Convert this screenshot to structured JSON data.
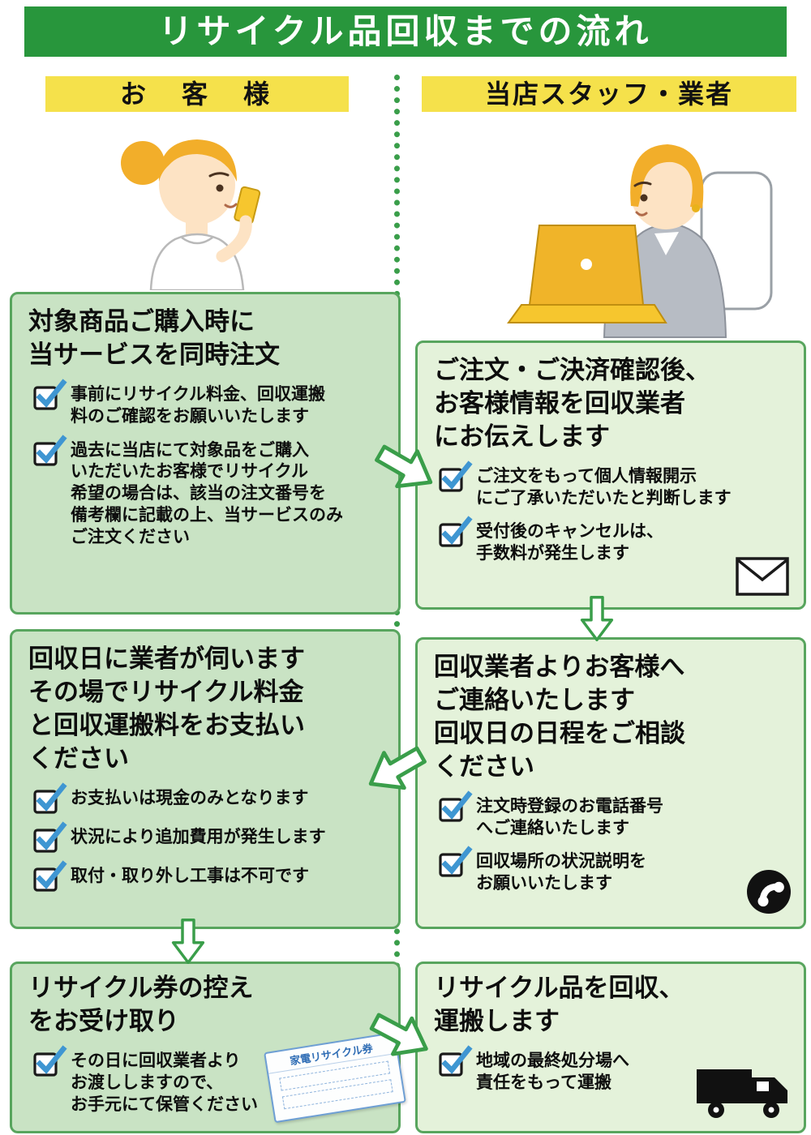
{
  "title": "リサイクル品回収までの流れ",
  "headers": {
    "left": "お　客　様",
    "right": "当店スタッフ・業者"
  },
  "boxes": {
    "customer_order": {
      "title": "対象商品ご購入時に\n当サービスを同時注文",
      "items": [
        "事前にリサイクル料金、回収運搬\n料のご確認をお願いいたします",
        "過去に当店にて対象品をご購入\nいただいたお客様でリサイクル\n希望の場合は、該当の注文番号を\n備考欄に記載の上、当サービスのみ\nご注文ください"
      ]
    },
    "staff_inform": {
      "title": "ご注文・ご決済確認後、\nお客様情報を回収業者\nにお伝えします",
      "items": [
        "ご注文をもって個人情報開示\nにご了承いただいたと判断します",
        "受付後のキャンセルは、\n手数料が発生します"
      ],
      "icon": "envelope-icon"
    },
    "customer_payment": {
      "title": "回収日に業者が伺います\nその場でリサイクル料金\nと回収運搬料をお支払い\nください",
      "items": [
        "お支払いは現金のみとなります",
        "状況により追加費用が発生します",
        "取付・取り外し工事は不可です"
      ]
    },
    "staff_contact": {
      "title": "回収業者よりお客様へ\nご連絡いたします\n回収日の日程をご相談\nください",
      "items": [
        "注文時登録のお電話番号\nへご連絡いたします",
        "回収場所の状況説明を\nお願いいたします"
      ],
      "icon": "phone-icon"
    },
    "customer_ticket": {
      "title": "リサイクル券の控え\nをお受け取り",
      "items": [
        "その日に回収業者より\nお渡ししますので、\nお手元にて保管ください"
      ],
      "ticket_label": "家電リサイクル券"
    },
    "staff_collect": {
      "title": "リサイクル品を回収、\n運搬します",
      "items": [
        "地域の最終処分場へ\n責任をもって運搬"
      ],
      "icon": "truck-icon"
    }
  },
  "colors": {
    "banner_green": "#28963c",
    "header_yellow": "#f5e14b",
    "customer_box_green": "#c9e3c4",
    "staff_box_green": "#e4f2da",
    "border_green": "#58a55e",
    "arrow_green": "#3a9e4a",
    "check_blue": "#3f96d2",
    "ticket_blue": "#2f6db5"
  }
}
